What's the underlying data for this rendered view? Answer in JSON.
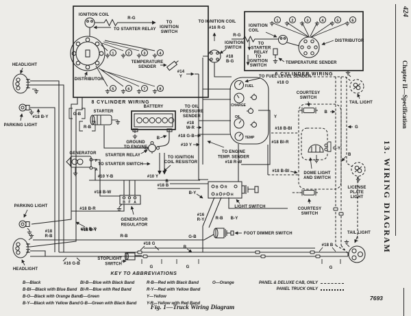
{
  "page": {
    "number": "424",
    "chapter_header": "Chapter II—Specification",
    "section_title": "13. WIRING DIAGRAM",
    "figure_number": "7693",
    "caption": "Fig. 1—Truck Wiring Diagram"
  },
  "insets": {
    "eight": {
      "title": "8 CYLINDER WIRING",
      "ignition_coil": "IGNITION COIL",
      "rg": "R-G",
      "to_ignition_switch": "TO\nIGNITION\nSWITCH",
      "to_starter_relay": "TO STARTER RELAY",
      "temperature_sender": "TEMPERATURE\nSENDER",
      "distributor": "DISTRIBUTOR"
    },
    "six": {
      "title": "6 CYLINDER WIRING",
      "ignition_coil": "IGNITION\nCOIL",
      "rg": "R-G",
      "to_starter_relay": "TO\nSTARTER\nRELAY",
      "to_ignition_switch": "TO\nIGNITION\nSWITCH",
      "distributor": "DISTRIBUTOR",
      "temperature_sender": "TEMPERATURE SENDER"
    }
  },
  "plug_numbers": [
    "1",
    "2",
    "3",
    "4",
    "5",
    "6",
    "7",
    "8"
  ],
  "cluster": {
    "gauges": [
      "FUEL",
      "CHARGE",
      "OIL",
      "TEMP"
    ]
  },
  "light_switch_terminals": [
    "B",
    "R",
    "A",
    "P",
    "H"
  ],
  "regulator_terminals": [
    "B",
    "F",
    "A"
  ],
  "generator_terminals": [
    "F",
    "A"
  ],
  "labels": {
    "to_ignition_coil": "TO IGNITION COIL",
    "to_ignition_coil_wire": "#16 R-G",
    "ignition_switch": "IGNITION\nSWITCH",
    "wire_18bg": "#18\nB-G",
    "wire_14y": "#14\nY",
    "headlight_top": "HEADLIGHT",
    "parking_light_top": "PARKING LIGHT",
    "wire_18by_parking": "#18 B-Y",
    "wire_gb_bracket": "G-B",
    "wire_rb_bracket": "R-B",
    "starter": "STARTER",
    "battery": "BATTERY",
    "ground_to_engine": "GROUND\nTO ENGINE",
    "wire_b_battery": "B",
    "starter_relay": "STARTER RELAY",
    "to_starter_switch": "TO STARTER SWITCH",
    "to_ignition_coil_resistor": "TO IGNITION\nCOIL RESISTOR",
    "to_oil_pressure_sender": "TO OIL\nPRESSURE\nSENDER",
    "wire_18wr": "#18\nW-R",
    "wire_18gb": "#18 G-B",
    "wire_10y_cluster": "#10 Y",
    "generator": "GENERATOR",
    "wire_10yb": "#10 Y-B",
    "wire_10y": "#10 Y",
    "wire_18b": "#18 B",
    "wire_18bw": "#18 B-W",
    "wire_18br": "#18 B-R",
    "generator_regulator": "GENERATOR\nREGULATOR",
    "wire_18by_lower": "#18 B-Y",
    "wire_rb_lower": "R-B",
    "wire_18g": "#18 G",
    "to_fuel_level_sender": "TO FUEL LEVEL SENDER",
    "wire_18o": "#18 O",
    "wire_y": "Y",
    "wire_18bbl_upper": "#18 B-Bl",
    "wire_18blr": "#18 Bl-R",
    "to_engine_temp_sender": "TO ENGINE\nTEMP. SENDER\n#18 R-W",
    "wire_18bbl_lower": "#18 B-Bl",
    "courtesy_switch_top": "COURTESY\nSWITCH",
    "tail_light_top": "TAIL LIGHT",
    "wire_b_right": "B",
    "wire_g_right": "G",
    "wire_gy": "G-Y",
    "dome_light": "DOME LIGHT\nAND SWITCH",
    "wire_b_license": "B",
    "license_plate_light": "LICENSE\nPLATE\nLIGHT",
    "courtesy_switch_bottom": "COURTESY\nSWITCH",
    "tail_light_bottom": "TAIL LIGHT",
    "wire_18b_tail": "#18 B",
    "wire_g_tail": "G",
    "wire_b_lightswitch": "B",
    "wire_by_lightswitch": "B-Y",
    "light_switch": "LIGHT SWITCH",
    "wire_16ry": "#16\nR-Y",
    "wire_rb_lightswitch": "R-B",
    "wire_by_lightswitch2": "B-Y",
    "foot_dimmer_switch": "FOOT DIMMER SWITCH",
    "wire_gb_dimmer": "G-B",
    "wire_b_dimmer": "B",
    "parking_light_bottom": "PARKING LIGHT",
    "headlight_bottom": "HEADLIGHT",
    "wire_18rb": "#18\nR-B",
    "wire_18by_lower2": "#18 B-Y",
    "wire_16gb": "#16 G-B",
    "stoplight_switch": "STOPLIGHT\nSWITCH",
    "wire_g_bus1": "G",
    "wire_g_bus2": "G"
  },
  "key": {
    "title": "KEY TO ABBREVIATIONS",
    "col1": [
      "B—Black",
      "B-Bl—Black with Blue Band",
      "B-O—Black with Orange Band",
      "B-Y—Black with Yellow Band"
    ],
    "col2": [
      "Bl-B—Blue with Black Band",
      "Bl-R—Blue with Red Band",
      "G—Green",
      "G-B—Green with Black Band"
    ],
    "col3": [
      "R-B—Red with Black Band",
      "R-Y—Red with Yellow Band",
      "Y—Yellow",
      "Y-R—Yellow with Red Band"
    ],
    "col4": [
      "O—Orange"
    ],
    "legend": [
      {
        "label": "PANEL & DELUXE CAB, ONLY",
        "style": "dashed"
      },
      {
        "label": "PANEL TRUCK ONLY",
        "style": "dotted"
      }
    ]
  }
}
